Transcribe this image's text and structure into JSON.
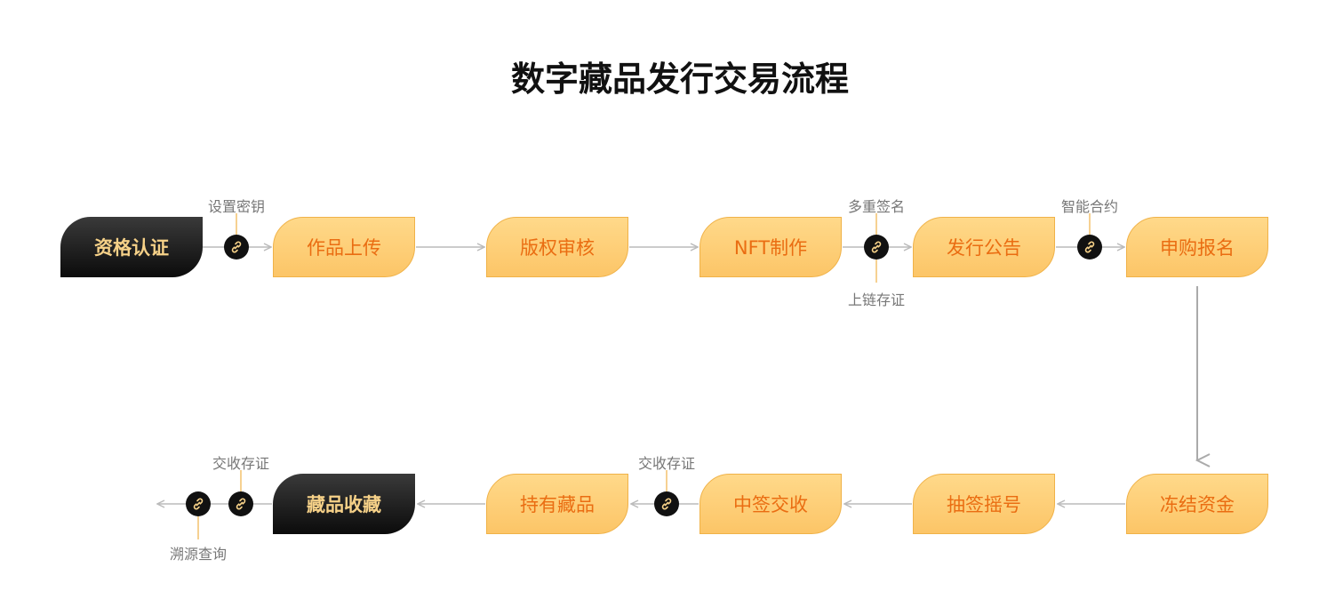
{
  "title": "数字藏品发行交易流程",
  "steps": [
    {
      "id": "s1",
      "label": "资格认证",
      "style": "dark"
    },
    {
      "id": "s2",
      "label": "作品上传",
      "style": "yellow"
    },
    {
      "id": "s3",
      "label": "版权审核",
      "style": "yellow"
    },
    {
      "id": "s4",
      "label": "NFT制作",
      "style": "yellow"
    },
    {
      "id": "s5",
      "label": "发行公告",
      "style": "yellow"
    },
    {
      "id": "s6",
      "label": "申购报名",
      "style": "yellow"
    },
    {
      "id": "s7",
      "label": "冻结资金",
      "style": "yellow"
    },
    {
      "id": "s8",
      "label": "抽签摇号",
      "style": "yellow"
    },
    {
      "id": "s9",
      "label": "中签交收",
      "style": "yellow"
    },
    {
      "id": "s10",
      "label": "持有藏品",
      "style": "yellow"
    },
    {
      "id": "s11",
      "label": "藏品收藏",
      "style": "dark"
    }
  ],
  "annotations": [
    {
      "id": "a1",
      "text": "设置密钥"
    },
    {
      "id": "a2",
      "text": "多重签名"
    },
    {
      "id": "a3",
      "text": "上链存证"
    },
    {
      "id": "a4",
      "text": "智能合约"
    },
    {
      "id": "a5",
      "text": "交收存证"
    },
    {
      "id": "a6",
      "text": "交收存证"
    },
    {
      "id": "a7",
      "text": "溯源查询"
    }
  ],
  "colors": {
    "box_fill": "#fcc567",
    "box_border": "#f0b248",
    "box_text": "#ea6d12",
    "dark_fill": "#111111",
    "dark_text": "#f6d188",
    "connector": "#bbbbbb",
    "leader": "#f0b248",
    "note_text": "#777777"
  },
  "icons": {
    "node": "link-icon"
  }
}
